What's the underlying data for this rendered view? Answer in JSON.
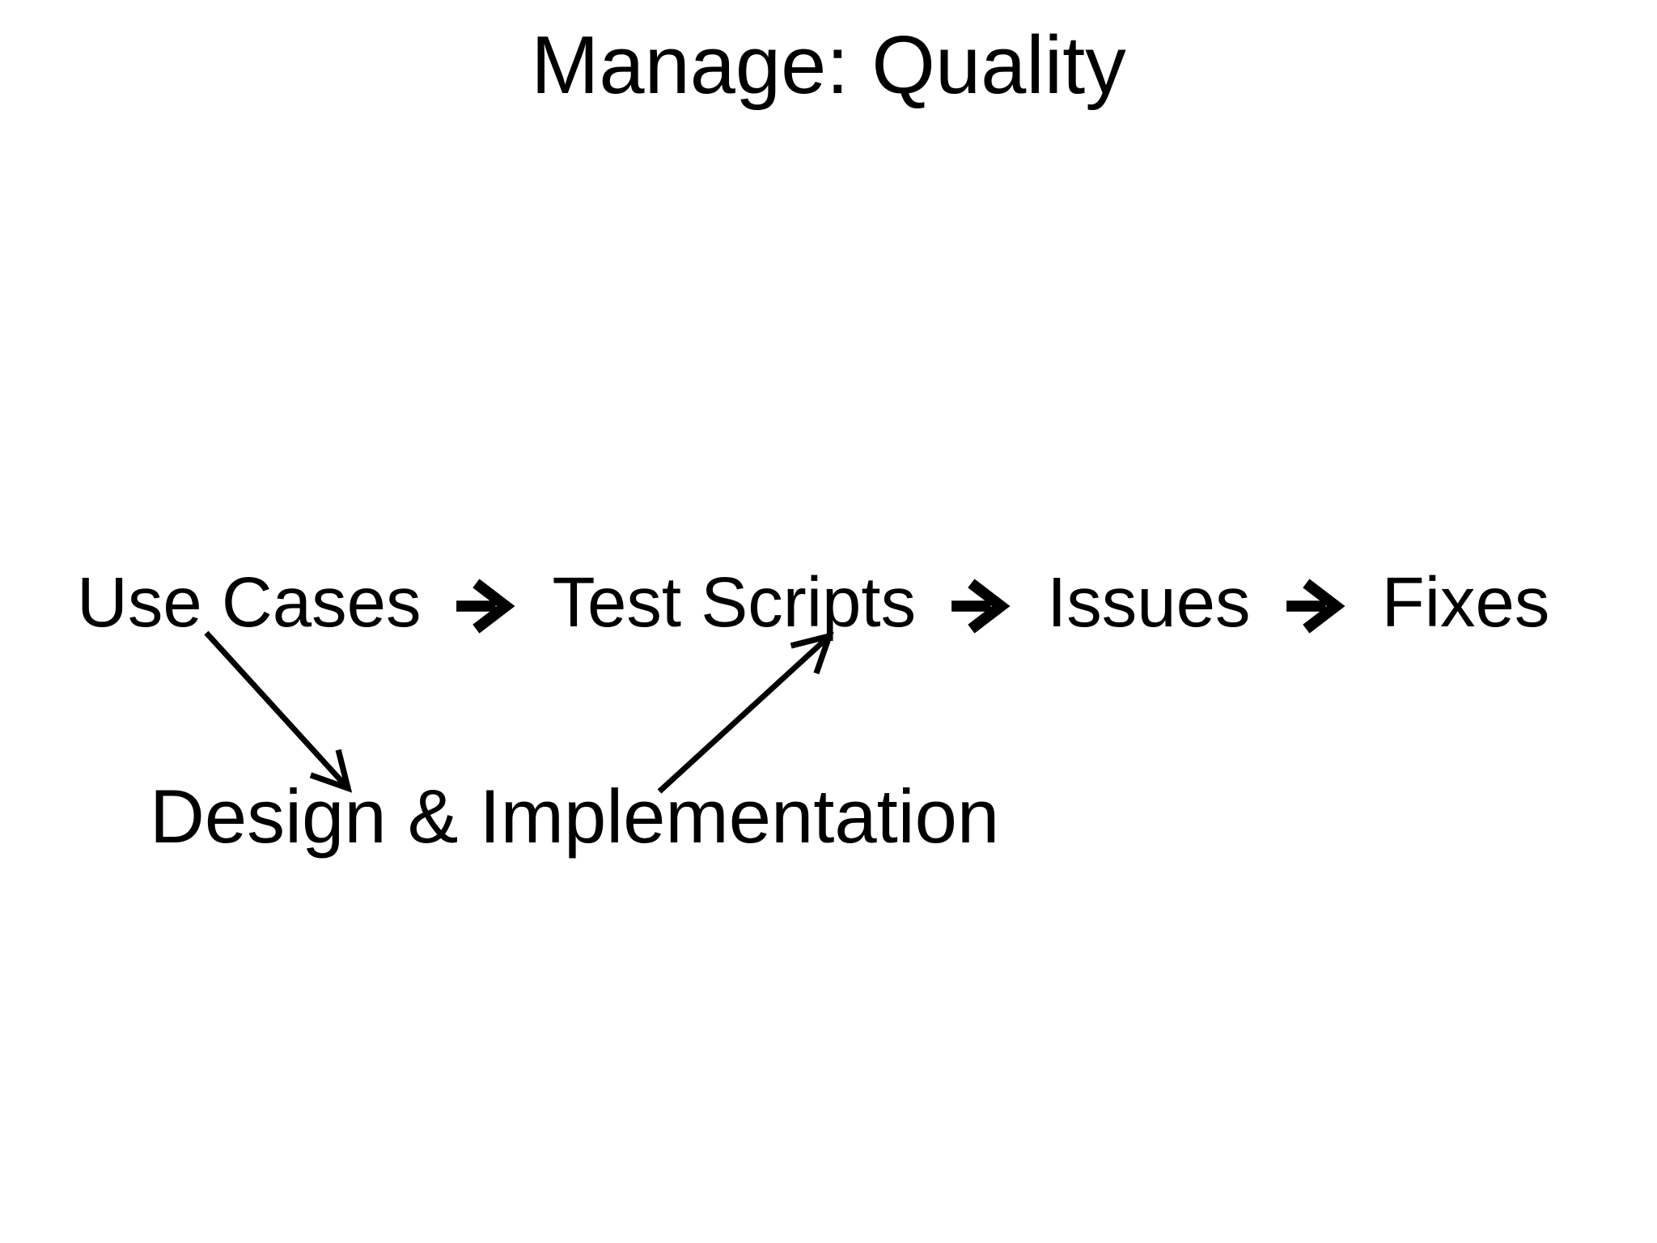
{
  "slide": {
    "title": "Manage: Quality",
    "flow": {
      "steps": [
        "Use Cases",
        "Test Scripts",
        "Issues",
        "Fixes"
      ],
      "separator_glyph": "right-arrow"
    },
    "design_label": "Design & Implementation",
    "connectors": [
      {
        "name": "use-cases-to-design-implementation",
        "direction": "down-right"
      },
      {
        "name": "design-implementation-to-test-scripts",
        "direction": "up-right"
      }
    ],
    "colors": {
      "background": "#ffffff",
      "text": "#000000",
      "arrow": "#000000"
    }
  }
}
